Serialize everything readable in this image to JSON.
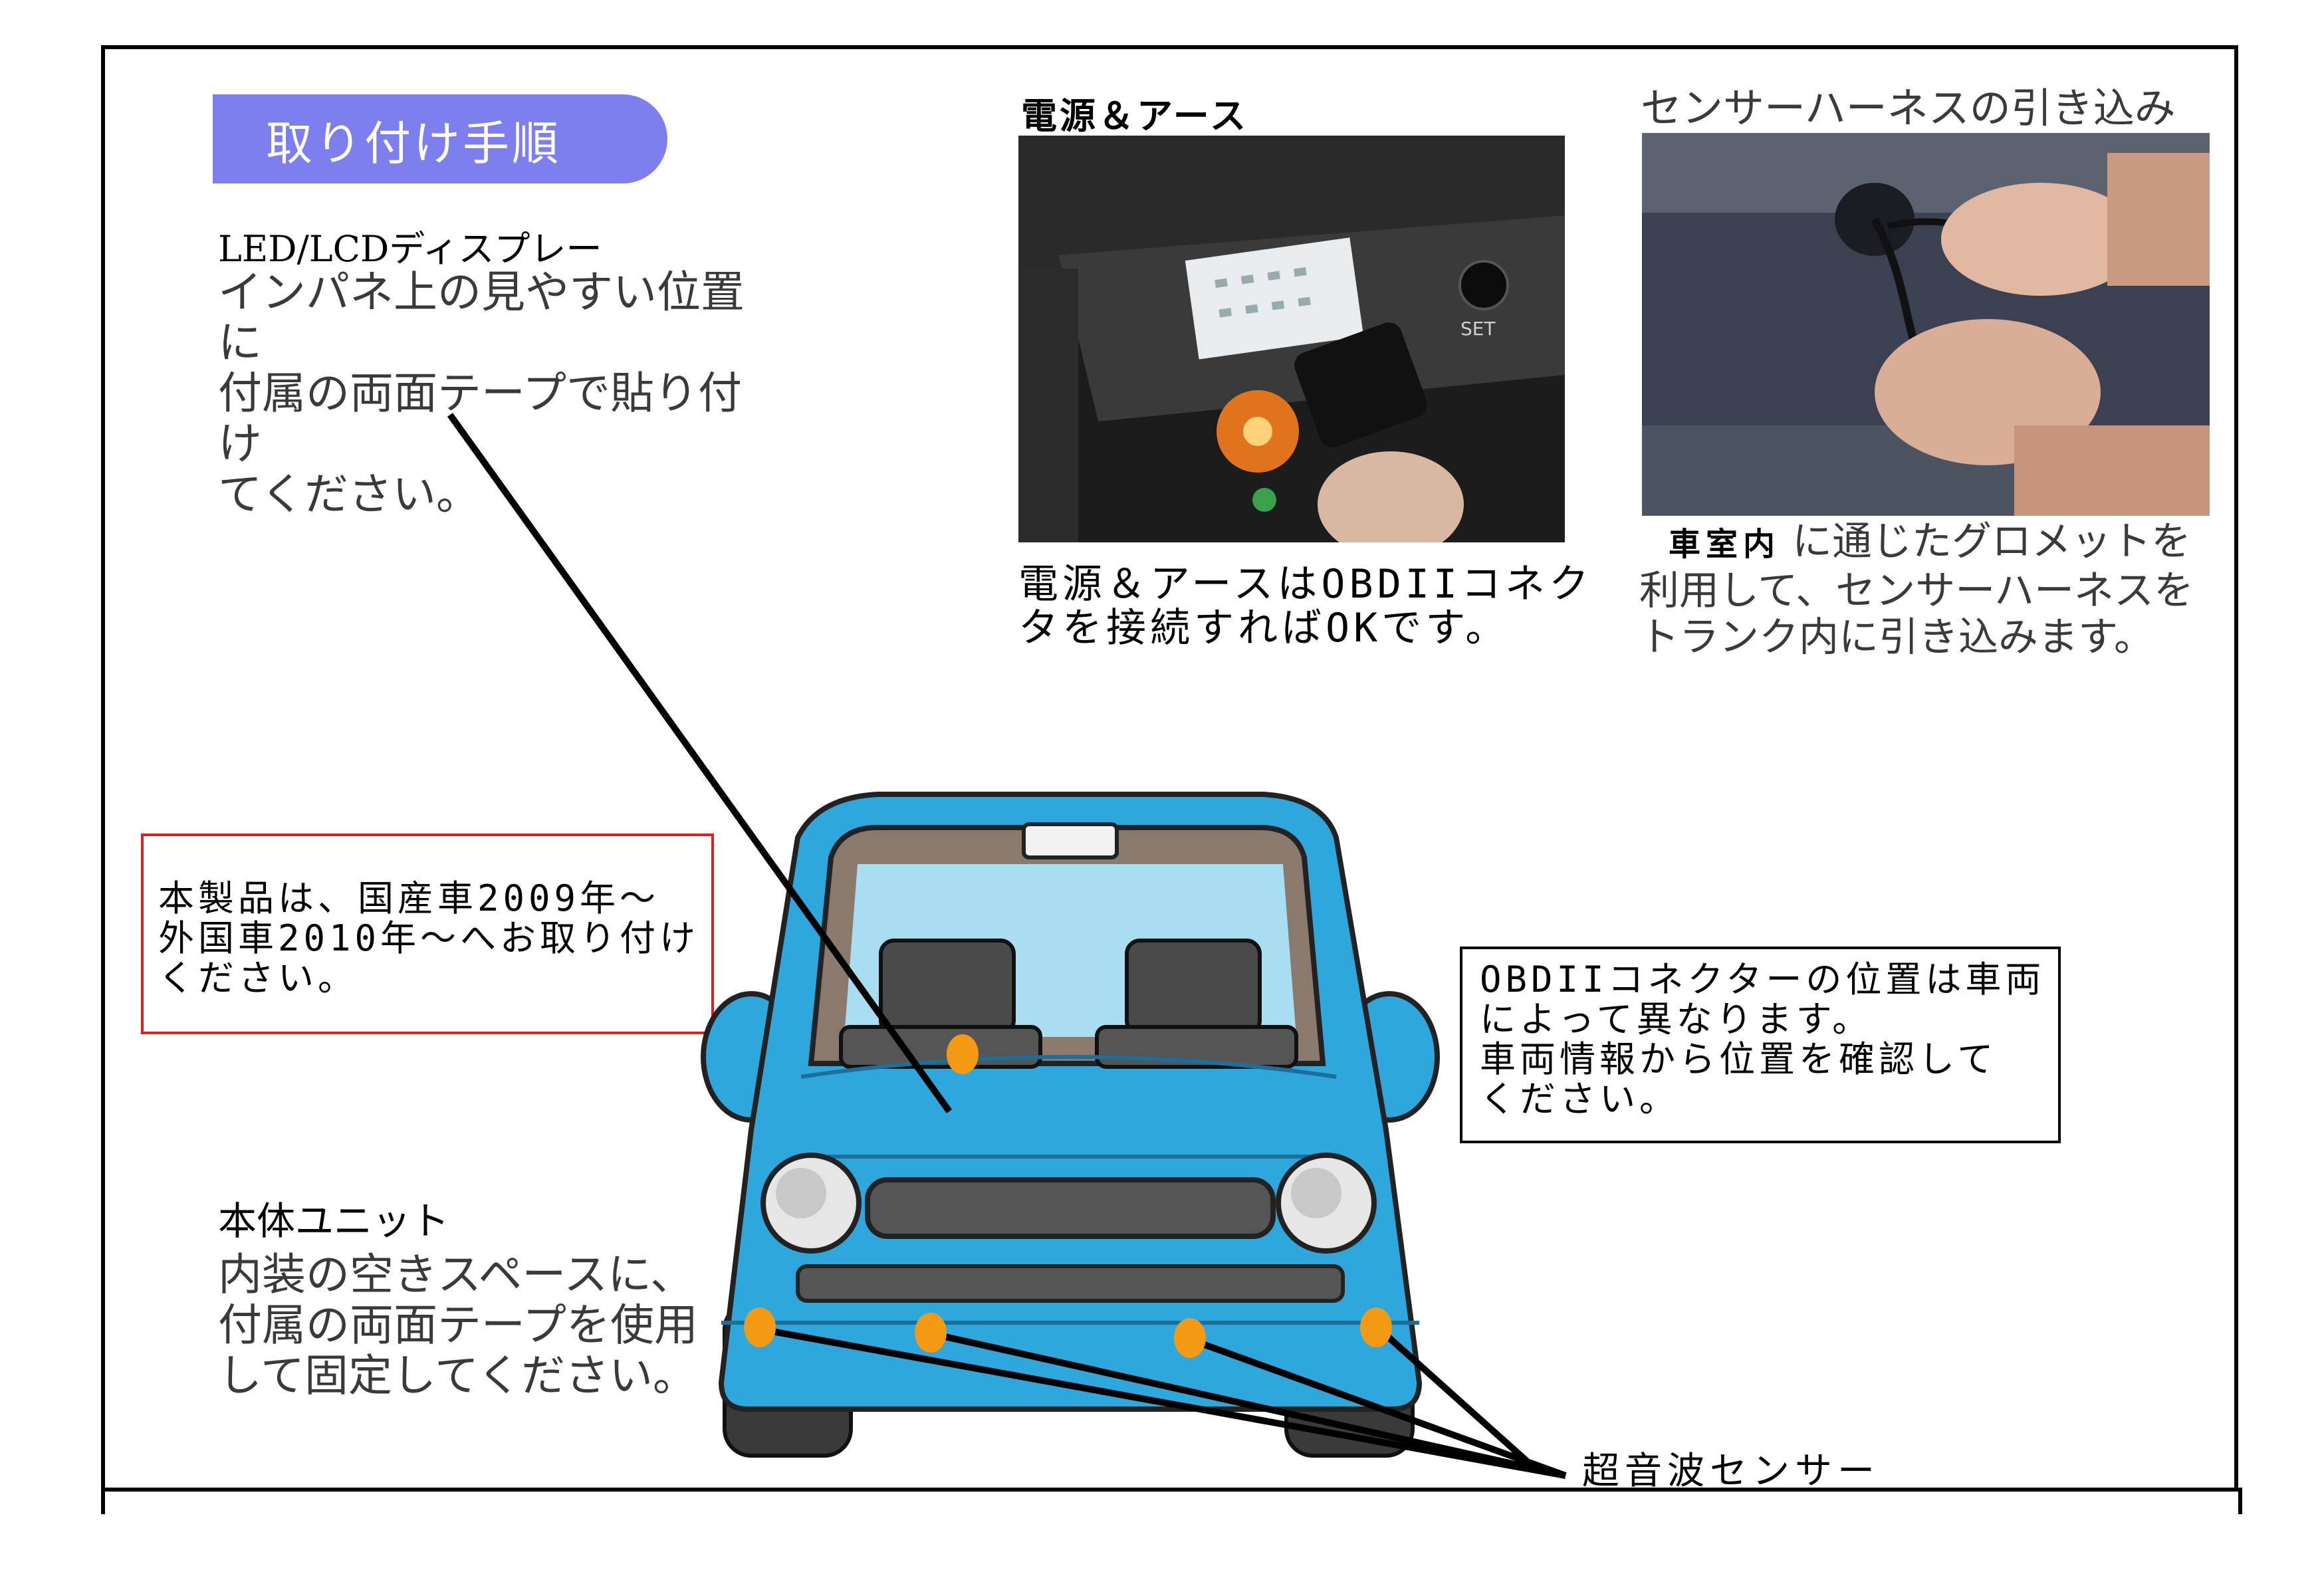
{
  "heading": {
    "title": "取り付け手順"
  },
  "display_section": {
    "title": "LED/LCDディスプレー",
    "body": "インパネ上の見やすい位置に\n付属の両面テープで貼り付け\nてください。"
  },
  "power_section": {
    "title": "電源＆アース",
    "photo_label": "SET",
    "body": "電源＆アースはOBDIIコネク\nタを接続すればOKです。"
  },
  "harness_section": {
    "title": "センサーハーネスの引き込み",
    "body_bold": "車室内",
    "body": "に通じたグロメットを\n利用して、センサーハーネスを\nトランク内に引き込みます。"
  },
  "notice_box": {
    "text": "本製品は、国産車2009年～\n外国車2010年～へお取り付け\nください。"
  },
  "obd_box": {
    "text": "OBDIIコネクターの位置は車両\nによって異なります。\n車両情報から位置を確認して\nください。"
  },
  "unit_section": {
    "title": "本体ユニット",
    "body": "内装の空きスペースに、\n付属の両面テープを使用\nして固定してください。"
  },
  "sensor_label": "超音波センサー",
  "colors": {
    "heading_bg": "#7e7fee",
    "car_body": "#2ea7dc",
    "sensor_dot": "#f39a12",
    "notice_border": "#e02020"
  }
}
